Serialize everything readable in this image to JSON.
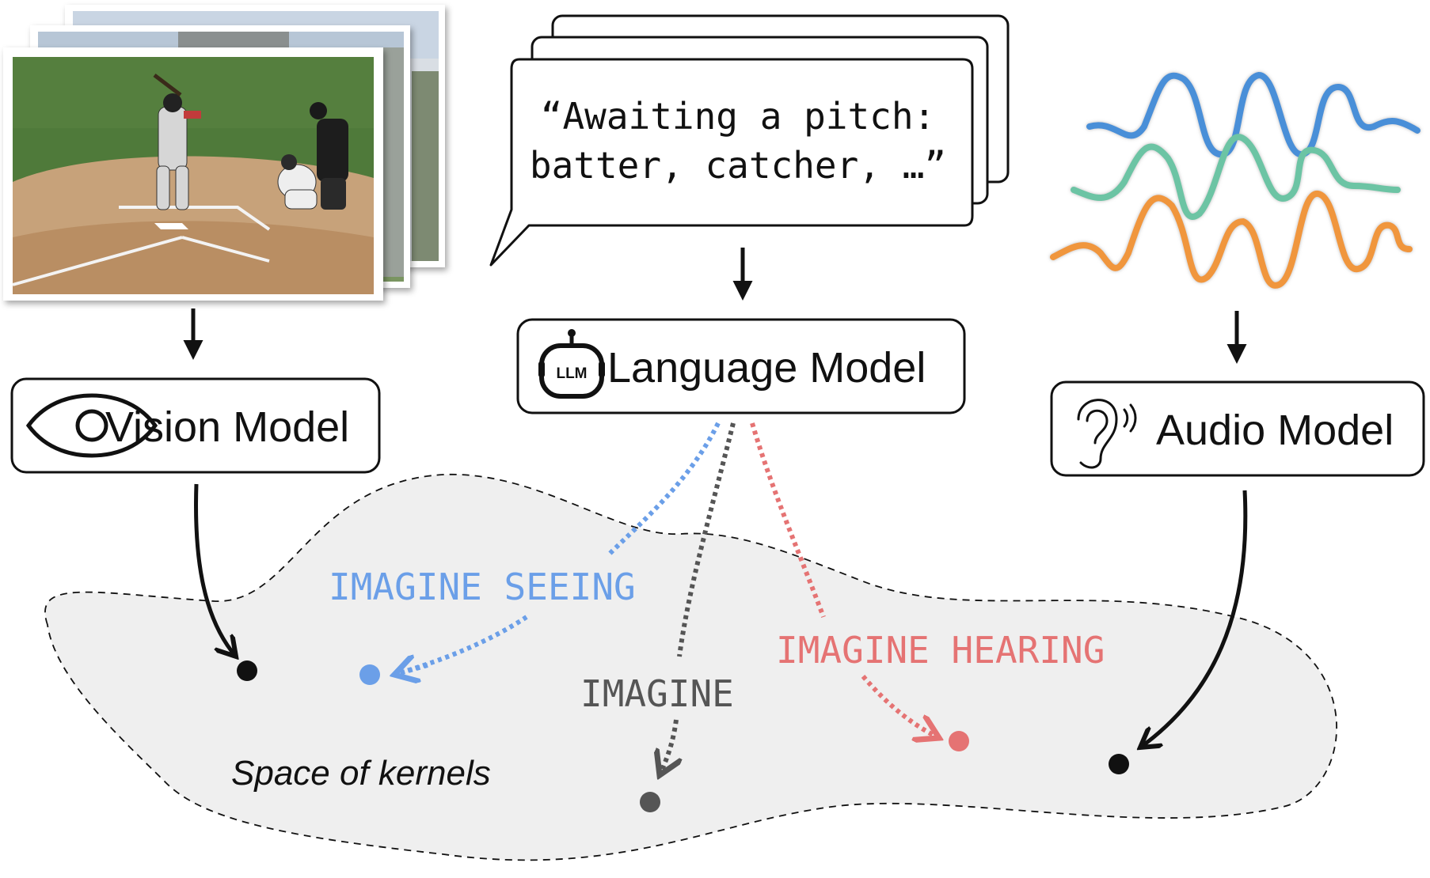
{
  "quote": {
    "line1": "“Awaiting a pitch:",
    "line2": "batter, catcher, …”"
  },
  "models": {
    "vision": "Vision Model",
    "language": "Language Model",
    "audio": "Audio Model",
    "llm_badge": "LLM"
  },
  "labels": {
    "imagine_seeing": "IMAGINE SEEING",
    "imagine": "IMAGINE",
    "imagine_hearing": "IMAGINE HEARING",
    "space": "Space of kernels"
  },
  "icons": {
    "vision": "eye-icon",
    "language": "robot-llm-icon",
    "audio": "ear-sound-icon",
    "photo": "baseball-photo-stack"
  },
  "colors": {
    "seeing": "#6b9fe8",
    "imagine": "#555555",
    "hearing": "#e57373",
    "wave_blue": "#4a8fd8",
    "wave_green": "#6cc4a4",
    "wave_orange": "#f0963e",
    "space_fill": "#efefef"
  }
}
